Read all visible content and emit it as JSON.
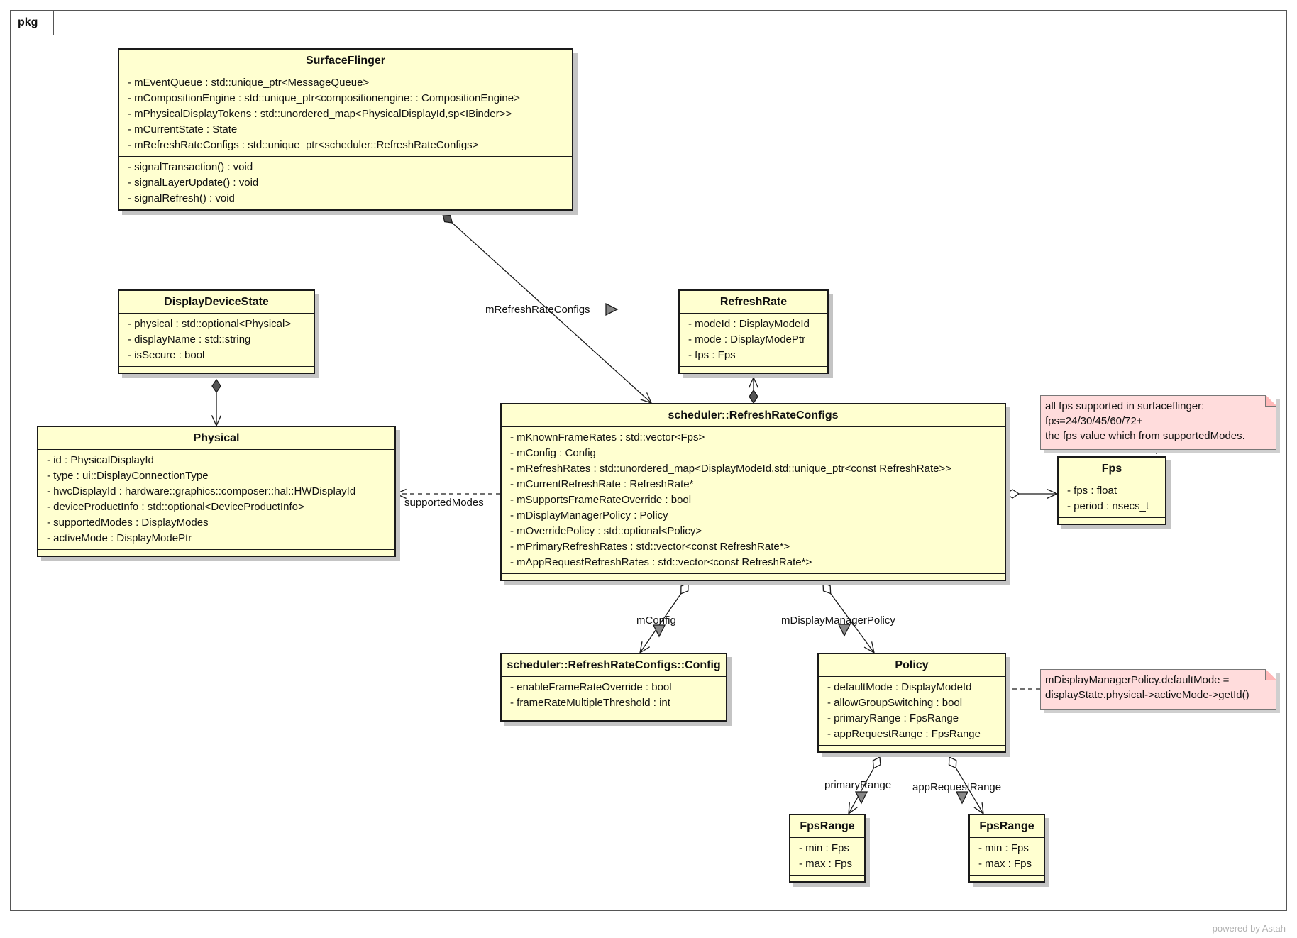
{
  "frame": {
    "label": "pkg"
  },
  "classes": {
    "surfaceflinger": {
      "name": "SurfaceFlinger",
      "attributes": [
        "- mEventQueue : std::unique_ptr<MessageQueue>",
        "- mCompositionEngine : std::unique_ptr<compositionengine: : CompositionEngine>",
        "- mPhysicalDisplayTokens : std::unordered_map<PhysicalDisplayId,sp<IBinder>>",
        "- mCurrentState : State",
        "- mRefreshRateConfigs : std::unique_ptr<scheduler::RefreshRateConfigs>"
      ],
      "operations": [
        "- signalTransaction() : void",
        "- signalLayerUpdate() : void",
        "- signalRefresh() : void"
      ]
    },
    "displaydevicestate": {
      "name": "DisplayDeviceState",
      "attributes": [
        "- physical : std::optional<Physical>",
        "- displayName : std::string",
        "- isSecure : bool"
      ],
      "operations": []
    },
    "physical": {
      "name": "Physical",
      "attributes": [
        "- id : PhysicalDisplayId",
        "- type : ui::DisplayConnectionType",
        "- hwcDisplayId : hardware::graphics::composer::hal::HWDisplayId",
        "- deviceProductInfo : std::optional<DeviceProductInfo>",
        "- supportedModes : DisplayModes",
        "- activeMode : DisplayModePtr"
      ],
      "operations": []
    },
    "refreshrate": {
      "name": "RefreshRate",
      "attributes": [
        "- modeId : DisplayModeId",
        "- mode : DisplayModePtr",
        "- fps : Fps"
      ],
      "operations": []
    },
    "refreshrateconfigs": {
      "name": "scheduler::RefreshRateConfigs",
      "attributes": [
        "- mKnownFrameRates : std::vector<Fps>",
        "- mConfig : Config",
        "- mRefreshRates : std::unordered_map<DisplayModeId,std::unique_ptr<const RefreshRate>>",
        "- mCurrentRefreshRate : RefreshRate*",
        "- mSupportsFrameRateOverride : bool",
        "- mDisplayManagerPolicy : Policy",
        "- mOverridePolicy : std::optional<Policy>",
        "- mPrimaryRefreshRates : std::vector<const RefreshRate*>",
        "- mAppRequestRefreshRates : std::vector<const RefreshRate*>"
      ],
      "operations": []
    },
    "fps": {
      "name": "Fps",
      "attributes": [
        "- fps : float",
        "- period : nsecs_t"
      ],
      "operations": []
    },
    "config": {
      "name": "scheduler::RefreshRateConfigs::Config",
      "attributes": [
        "- enableFrameRateOverride : bool",
        "- frameRateMultipleThreshold : int"
      ],
      "operations": []
    },
    "policy": {
      "name": "Policy",
      "attributes": [
        "- defaultMode : DisplayModeId",
        "- allowGroupSwitching : bool",
        "- primaryRange : FpsRange",
        "- appRequestRange : FpsRange"
      ],
      "operations": []
    },
    "fpsrange1": {
      "name": "FpsRange",
      "attributes": [
        "- min : Fps",
        "- max : Fps"
      ],
      "operations": []
    },
    "fpsrange2": {
      "name": "FpsRange",
      "attributes": [
        "- min : Fps",
        "- max : Fps"
      ],
      "operations": []
    }
  },
  "notes": {
    "fps_note": [
      "all fps supported in surfaceflinger:",
      "fps=24/30/45/60/72+",
      "the fps value which from supportedModes."
    ],
    "policy_note": [
      "mDisplayManagerPolicy.defaultMode =",
      "displayState.physical->activeMode->getId()"
    ]
  },
  "edge_labels": {
    "mRefreshRateConfigs": "mRefreshRateConfigs",
    "supportedModes": "supportedModes",
    "mConfig": "mConfig",
    "mDisplayManagerPolicy": "mDisplayManagerPolicy",
    "primaryRange": "primaryRange",
    "appRequestRange": "appRequestRange"
  },
  "watermark": "powered by Astah"
}
